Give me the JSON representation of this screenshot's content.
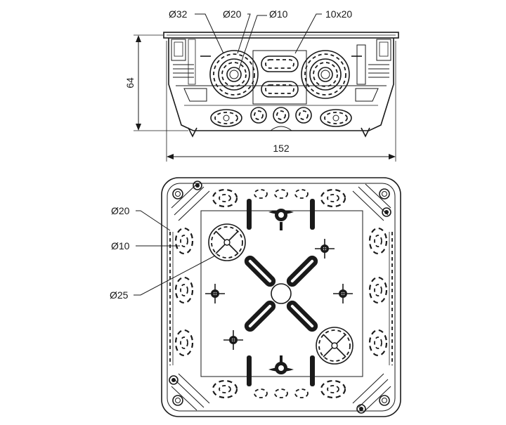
{
  "side_view": {
    "labels": {
      "d32": "Ø32",
      "d20": "Ø20",
      "d10": "Ø10",
      "rect": "10x20"
    },
    "height_dim": "64",
    "width_dim": "152"
  },
  "top_view": {
    "labels": {
      "d20": "Ø20",
      "d10": "Ø10",
      "d25": "Ø25"
    }
  }
}
